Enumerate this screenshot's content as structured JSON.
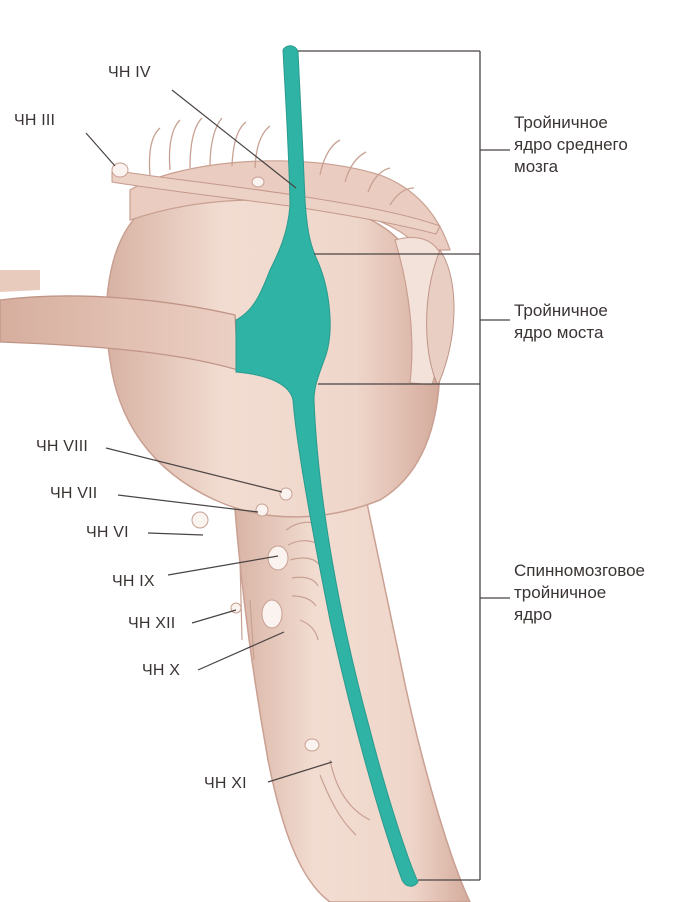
{
  "colors": {
    "nucleus": "#2fb3a4",
    "tissue_light": "#f1d9cd",
    "tissue_mid": "#e0bcad",
    "tissue_dark": "#c4978a",
    "text": "#3a3433",
    "leader": "#4a4444"
  },
  "cranial_nerves": {
    "cn3": "ЧН III",
    "cn4": "ЧН IV",
    "cn8": "ЧН VIII",
    "cn7": "ЧН VII",
    "cn6": "ЧН VI",
    "cn9": "ЧН IX",
    "cn12": "ЧН XII",
    "cn10": "ЧН X",
    "cn11": "ЧН XI"
  },
  "nuclei": {
    "mesencephalic": [
      "Тройничное",
      "ядро среднего",
      "мозга"
    ],
    "pontine": [
      "Тройничное",
      "ядро моста"
    ],
    "spinal": [
      "Спинномозговое",
      "тройничное",
      "ядро"
    ]
  }
}
